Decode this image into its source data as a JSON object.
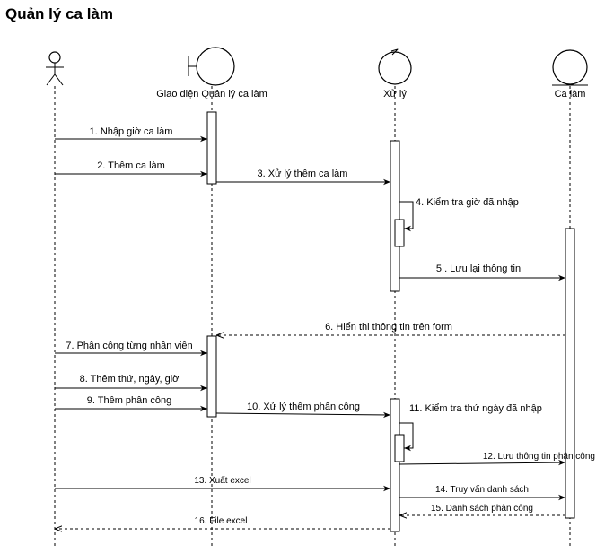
{
  "title": "Quản lý ca làm",
  "participants": [
    {
      "label": "",
      "kind": "actor"
    },
    {
      "label": "Giao diện Quản lý ca làm",
      "kind": "boundary"
    },
    {
      "label": "Xử lý",
      "kind": "control"
    },
    {
      "label": "Ca làm",
      "kind": "entity"
    }
  ],
  "messages": [
    "1. Nhập giờ ca làm",
    "2. Thêm ca làm",
    "3. Xử lý thêm ca làm",
    "4. Kiểm tra giờ đã nhập",
    "5 . Lưu lại thông tin",
    "6. Hiển thi thông tin trên form",
    "7. Phân công từng nhân viên",
    "8. Thêm thứ, ngày, giờ",
    "9. Thêm phân công",
    "10. Xử lý thêm phân công",
    "11. Kiểm tra thứ ngày đã nhập",
    "12. Lưu thông tin phân công",
    "13. Xuất excel",
    "14. Truy vấn danh sách",
    "15. Danh sách phân công",
    "16. File excel"
  ]
}
